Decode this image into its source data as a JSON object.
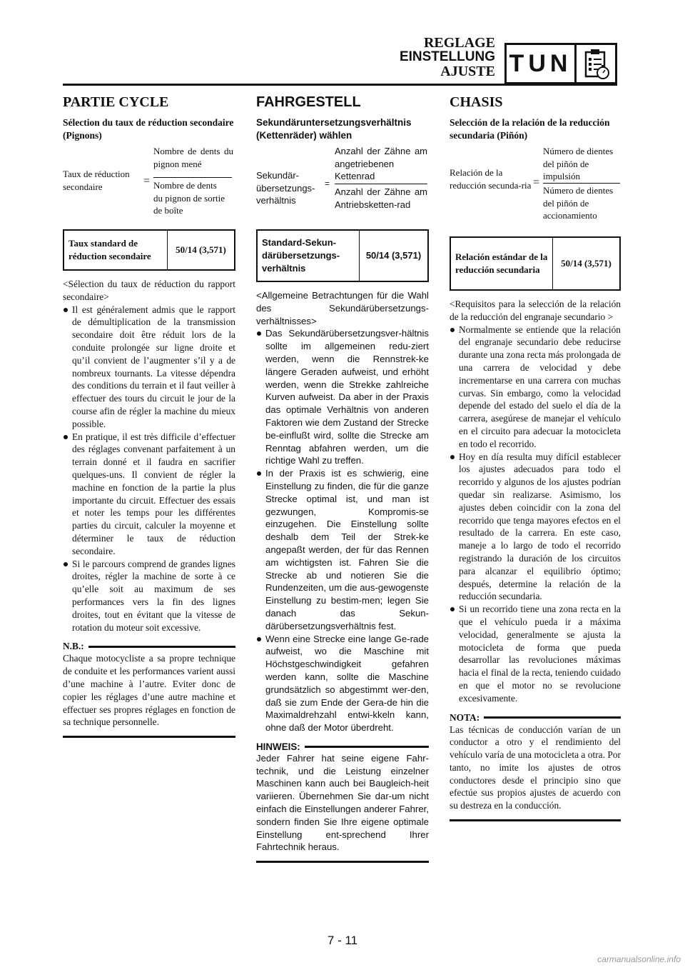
{
  "header": {
    "title_fr": "REGLAGE",
    "title_de": "EINSTELLUNG",
    "title_es": "AJUSTE",
    "code": "TUN",
    "icon": "clipboard-stopwatch-icon"
  },
  "col_fr": {
    "section_title": "PARTIE CYCLE",
    "sub_title": "Sélection du taux de réduction secondaire (Pignons)",
    "formula": {
      "label": "Taux de réduction secondaire",
      "equals": "=",
      "numerator": "Nombre de dents du pignon mené",
      "denominator": "Nombre de dents du pignon de sortie de boîte"
    },
    "table": {
      "label": "Taux standard de réduction secondaire",
      "value": "50/14 (3,571)"
    },
    "intro": "<Sélection du taux de réduction du rapport secondaire>",
    "bullets": [
      "Il est généralement admis que le rapport de démultiplication de la transmission secondaire doit être réduit lors de la conduite prolongée sur ligne droite et qu’il convient de l’augmenter s’il y a de nombreux tournants. La vitesse dépendra des conditions du terrain et il faut veiller à effectuer des tours du circuit le jour de la course afin de régler la machine du mieux possible.",
      "En pratique, il est très difficile d’effectuer des réglages convenant parfaitement à un terrain donné et il faudra en sacrifier quelques-uns. Il convient de régler la machine en fonction de la partie la plus importante du circuit. Effectuer des essais et noter les temps pour les différentes parties du circuit, calculer la moyenne et déterminer le taux de réduction secondaire.",
      "Si le parcours comprend de grandes lignes droites, régler la machine de sorte à ce qu’elle soit au maximum de ses performances vers la fin des lignes droites, tout en évitant que la vitesse de rotation du moteur soit excessive."
    ],
    "note_label": "N.B.:",
    "note_text": "Chaque motocycliste a sa propre technique de conduite et les performances varient aussi d’une machine à l’autre. Eviter donc de copier les réglages d’une autre machine et effectuer ses propres réglages en fonction de sa technique personnelle."
  },
  "col_de": {
    "section_title": "FAHRGESTELL",
    "sub_title": "Sekundäruntersetzungsverhältnis (Kettenräder) wählen",
    "formula": {
      "label": "Sekundär-übersetzungs-verhältnis",
      "equals": "=",
      "numerator": "Anzahl der Zähne am angetriebenen Kettenrad",
      "denominator": "Anzahl der Zähne am Antriebsketten-rad"
    },
    "table": {
      "label": "Standard-Sekun-därübersetzungs-verhältnis",
      "value": "50/14 (3,571)"
    },
    "intro": "<Allgemeine Betrachtungen für die Wahl des Sekundärübersetzungs-verhältnisses>",
    "bullets": [
      "Das Sekundärübersetzungsver-hältnis sollte im allgemeinen redu-ziert werden, wenn die Rennstrek-ke längere Geraden aufweist, und erhöht werden, wenn die Strekke zahlreiche Kurven aufweist. Da aber in der Praxis das optimale Verhältnis von anderen Faktoren wie dem Zustand der Strecke be-einflußt wird, sollte die Strecke am Renntag abfahren werden, um die richtige Wahl zu treffen.",
      "In der Praxis ist es schwierig, eine Einstellung zu finden, die für die ganze Strecke optimal ist, und man ist gezwungen, Kompromis-se einzugehen. Die Einstellung sollte deshalb dem Teil der Strek-ke angepaßt werden, der für das Rennen am wichtigsten ist. Fahren Sie die Strecke ab und notieren Sie die Rundenzeiten, um die aus-gewogenste Einstellung zu bestim-men; legen Sie danach das Sekun-därübersetzungsverhältnis fest.",
      "Wenn eine Strecke eine lange Ge-rade aufweist, wo die Maschine mit Höchstgeschwindigkeit gefahren werden kann, sollte die Maschine grundsätzlich so abgestimmt wer-den, daß sie zum Ende der Gera-de hin die Maximaldrehzahl entwi-kkeln kann, ohne daß der Motor überdreht."
    ],
    "note_label": "HINWEIS:",
    "note_text": "Jeder Fahrer hat seine eigene Fahr-technik, und die Leistung einzelner Maschinen kann auch bei Baugleich-heit variieren. Übernehmen Sie dar-um nicht einfach die Einstellungen anderer Fahrer, sondern finden Sie Ihre eigene optimale Einstellung ent-sprechend Ihrer Fahrtechnik heraus."
  },
  "col_es": {
    "section_title": "CHASIS",
    "sub_title": "Selección de la relación de la reducción secundaria (Piñón)",
    "formula": {
      "label": "Relación de la reducción secunda-ria",
      "equals": "=",
      "numerator": "Número de dientes del piñón de impulsión",
      "denominator": "Número de dientes del piñón de accionamiento"
    },
    "table": {
      "label": "Relación estándar de la reducción secundaria",
      "value": "50/14 (3,571)"
    },
    "intro": "<Requisitos para la selección de la relación de la reducción del engranaje secundario >",
    "bullets": [
      "Normalmente se entiende que la relación del engranaje secundario debe reducirse durante una zona recta más prolongada de una carrera de velocidad y debe incrementarse en una carrera con muchas curvas. Sin embargo, como la velocidad depende del estado del suelo el día de la carrera, asegúrese de manejar el vehículo en el circuito para adecuar la motocicleta en todo el recorrido.",
      "Hoy en día resulta muy difícil establecer los ajustes adecuados para todo el recorrido y algunos de los ajustes podrían quedar sin realizarse. Asimismo, los ajustes deben coincidir con la zona del recorrido que tenga mayores efectos en el resultado de la carrera. En este caso, maneje a lo largo de todo el recorrido registrando la duración de los circuitos para alcanzar el equilibrio óptimo; después, determine la relación de la reducción secundaria.",
      "Si un recorrido tiene una zona recta en la que el vehículo pueda ir a máxima velocidad, generalmente se ajusta la motocicleta de forma que pueda desarrollar las revoluciones máximas hacia el final de la recta, teniendo cuidado en que el motor no se revolucione excesivamente."
    ],
    "note_label": "NOTA:",
    "note_text": "Las técnicas de conducción varían de un conductor a otro y el rendimiento del vehículo varía de una motocicleta a otra. Por tanto, no imite los ajustes de otros conductores desde el principio sino que efectúe sus propios ajustes de acuerdo con su destreza en la conducción."
  },
  "footer": {
    "page_number": "7 - 11",
    "watermark": "carmanualsonline.info"
  }
}
